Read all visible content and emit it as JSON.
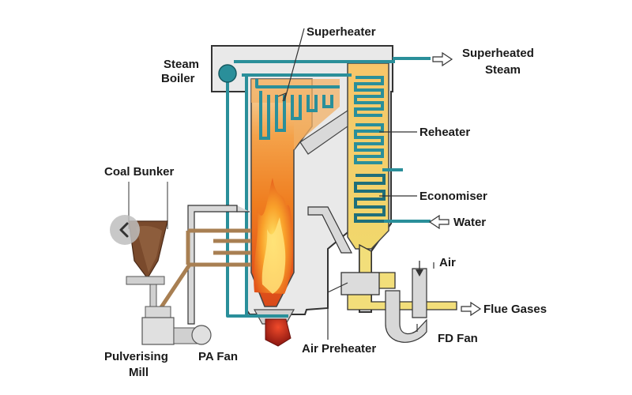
{
  "labels": {
    "superheater": "Superheater",
    "steam_boiler_line1": "Steam",
    "steam_boiler_line2": "Boiler",
    "superheated_steam_line1": "Superheated",
    "superheated_steam_line2": "Steam",
    "reheater": "Reheater",
    "coal_bunker": "Coal Bunker",
    "economiser": "Economiser",
    "water": "Water",
    "air": "Air",
    "flue_gases": "Flue Gases",
    "fd_fan": "FD Fan",
    "air_preheater": "Air Preheater",
    "pulverising_mill_line1": "Pulverising",
    "pulverising_mill_line2": "Mill",
    "pa_fan": "PA Fan"
  },
  "icons": {
    "nav": "chevron-left-icon"
  },
  "colors": {
    "pipe_teal": "#2a8f9a",
    "flue_yellow": "#f2de7a",
    "air_grey": "#d8d8d8",
    "coal_brown": "#7a4a2c",
    "flame_red": "#c8291d",
    "flame_yellow": "#ffd23a"
  }
}
